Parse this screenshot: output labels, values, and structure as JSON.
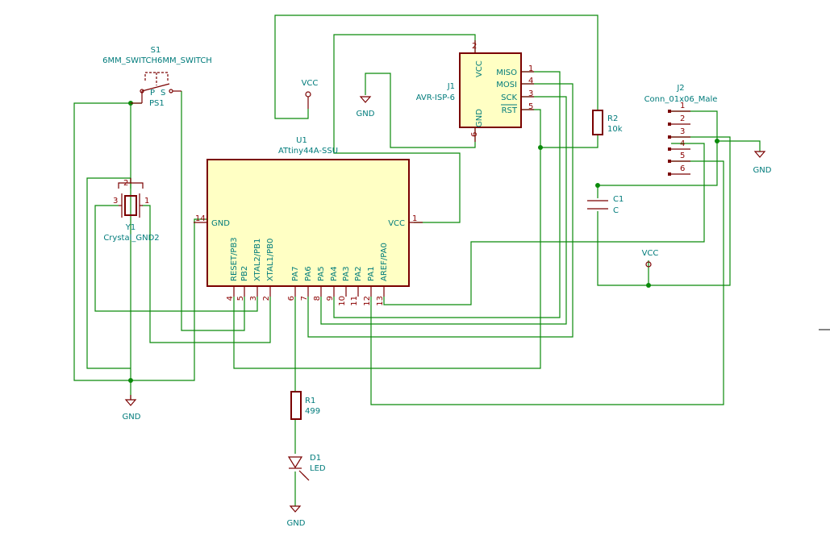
{
  "s1": {
    "ref": "S1",
    "value": "6MM_SWITCH6MM_SWITCH",
    "pin_p": "P",
    "pin_s": "S",
    "pin_ps": "PS1"
  },
  "y1": {
    "ref": "Y1",
    "value": "Crystal_GND2",
    "pin2": "2",
    "pin3": "3",
    "pin1": "1"
  },
  "u1": {
    "ref": "U1",
    "value": "ATtiny44A-SSU",
    "gnd_label": "GND",
    "gnd_num": "14",
    "vcc_label": "VCC",
    "vcc_num": "1",
    "bottom_pins": [
      {
        "label": "RESET/PB3",
        "num": "4"
      },
      {
        "label": "PB2",
        "num": "5"
      },
      {
        "label": "XTAL2/PB1",
        "num": "3"
      },
      {
        "label": "XTAL1/PB0",
        "num": "2"
      },
      {
        "label": "PA7",
        "num": "6"
      },
      {
        "label": "PA6",
        "num": "7"
      },
      {
        "label": "PA5",
        "num": "8"
      },
      {
        "label": "PA4",
        "num": "9"
      },
      {
        "label": "PA3",
        "num": "10"
      },
      {
        "label": "PA2",
        "num": "11"
      },
      {
        "label": "PA1",
        "num": "12"
      },
      {
        "label": "AREF/PA0",
        "num": "13"
      }
    ]
  },
  "j1": {
    "ref": "J1",
    "value": "AVR-ISP-6",
    "vcc_label": "VCC",
    "vcc_num": "2",
    "gnd_label": "GND",
    "gnd_num": "6",
    "pins": [
      {
        "label": "MISO",
        "num": "1"
      },
      {
        "label": "MOSI",
        "num": "4"
      },
      {
        "label": "SCK",
        "num": "3"
      },
      {
        "label": "RST",
        "num": "5"
      }
    ]
  },
  "r1": {
    "ref": "R1",
    "value": "499"
  },
  "r2": {
    "ref": "R2",
    "value": "10k"
  },
  "d1": {
    "ref": "D1",
    "value": "LED"
  },
  "c1": {
    "ref": "C1",
    "value": "C"
  },
  "j2": {
    "ref": "J2",
    "value": "Conn_01x06_Male",
    "pins": [
      "1",
      "2",
      "3",
      "4",
      "5",
      "6"
    ]
  },
  "power": {
    "vcc": "VCC",
    "gnd": "GND"
  }
}
